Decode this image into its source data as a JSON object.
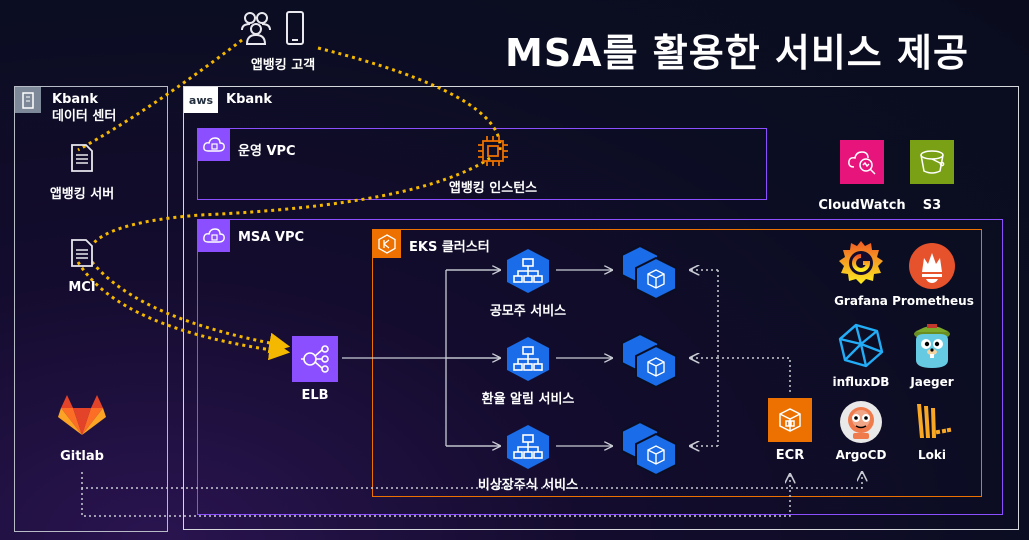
{
  "title": "MSA를 활용한 서비스 제공",
  "customer_label": "앱뱅킹 고객",
  "datacenter": {
    "title_line1": "Kbank",
    "title_line2": "데이터 센터",
    "server_label": "앱뱅킹 서버",
    "mci_label": "MCI",
    "gitlab_label": "Gitlab"
  },
  "aws": {
    "logo_text": "aws",
    "account_label": "Kbank"
  },
  "ops_vpc": {
    "label": "운영 VPC",
    "instance_label": "앱뱅킹 인스턴스"
  },
  "msa_vpc": {
    "label": "MSA VPC",
    "elb_label": "ELB"
  },
  "eks": {
    "label": "EKS 클러스터",
    "services": [
      "공모주 서비스",
      "환율 알림 서비스",
      "비상장주식 서비스"
    ]
  },
  "ecr_label": "ECR",
  "monitoring": {
    "cloudwatch": "CloudWatch",
    "s3": "S3",
    "grafana": "Grafana",
    "prometheus": "Prometheus",
    "influxdb": "influxDB",
    "jaeger": "Jaeger",
    "argocd": "ArgoCD",
    "loki": "Loki"
  },
  "colors": {
    "purple": "#8c4fff",
    "orange": "#ed7100",
    "pink": "#e7157b",
    "green": "#7aa116",
    "blue": "#1a6ce8",
    "flow": "#f5b800"
  }
}
